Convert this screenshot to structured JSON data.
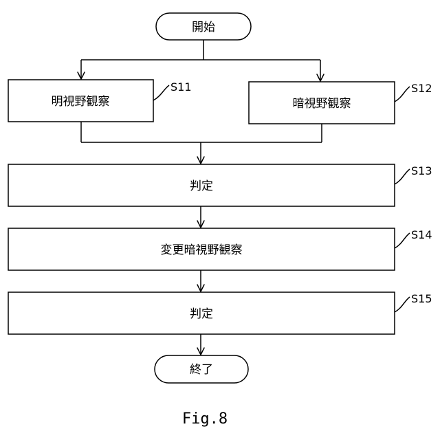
{
  "nodes": {
    "start": {
      "label": "開始"
    },
    "s11": {
      "label": "明視野観察",
      "step": "S11"
    },
    "s12": {
      "label": "暗視野観察",
      "step": "S12"
    },
    "s13": {
      "label": "判定",
      "step": "S13"
    },
    "s14": {
      "label": "変更暗視野観察",
      "step": "S14"
    },
    "s15": {
      "label": "判定",
      "step": "S15"
    },
    "end": {
      "label": "終了"
    }
  },
  "caption": "Fig.8"
}
